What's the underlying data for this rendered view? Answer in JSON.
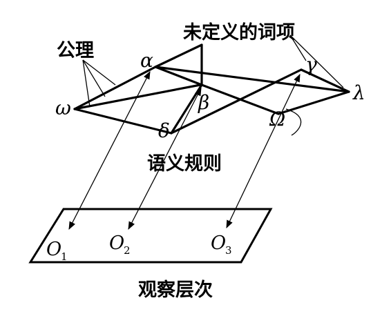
{
  "labels": {
    "axioms": "公理",
    "undefined_terms": "未定义的词项",
    "semantic_rules": "语义规则",
    "observation_level": "观察层次"
  },
  "nodes": {
    "alpha": "α",
    "beta": "β",
    "gamma": "γ",
    "delta": "δ",
    "omega_lower": "ω",
    "omega_upper": "Ω",
    "lambda": "λ"
  },
  "observations": [
    {
      "base": "O",
      "sub": "1"
    },
    {
      "base": "O",
      "sub": "2"
    },
    {
      "base": "O",
      "sub": "3"
    }
  ]
}
